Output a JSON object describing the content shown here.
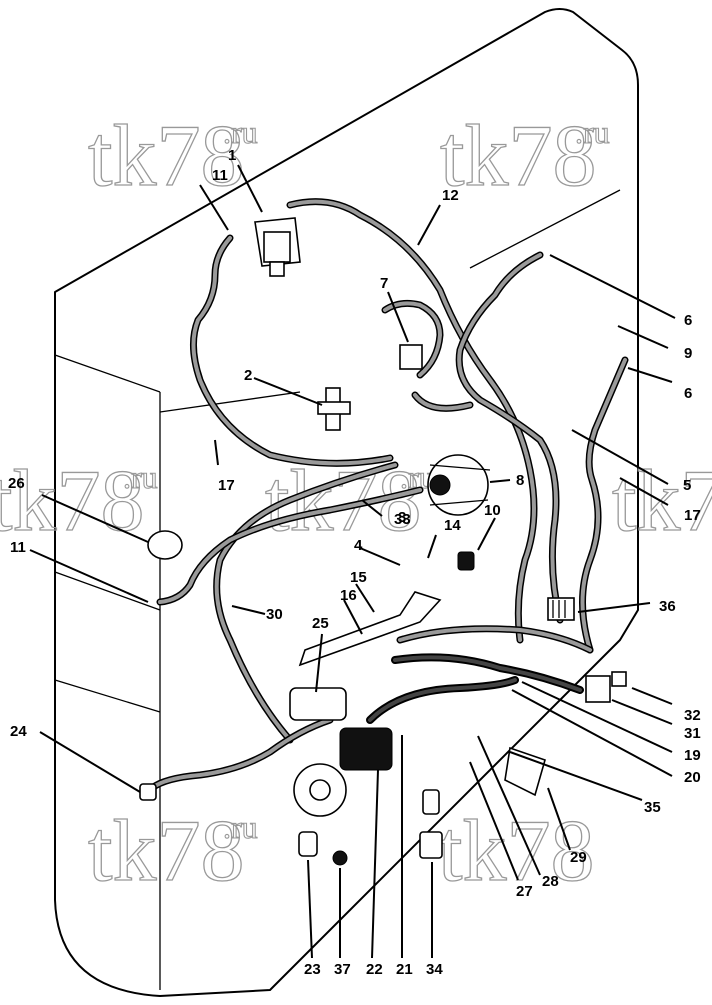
{
  "watermarks": [
    {
      "main": "tk78",
      "suffix": ".ru"
    },
    {
      "main": "tk78",
      "suffix": ".ru"
    },
    {
      "main": "tk78",
      "suffix": ".ru"
    },
    {
      "main": "tk78",
      "suffix": ".ru"
    },
    {
      "main": "tk78",
      "suffix": ".ru"
    },
    {
      "main": "tk78",
      "suffix": ""
    },
    {
      "main": "tk7",
      "suffix": ""
    }
  ],
  "callouts": [
    {
      "num": "1",
      "part": "relay-bracket"
    },
    {
      "num": "2",
      "part": "tee-fitting"
    },
    {
      "num": "3",
      "part": "alternator-connector"
    },
    {
      "num": "4",
      "part": "sensor-lead"
    },
    {
      "num": "5",
      "part": "harness"
    },
    {
      "num": "6",
      "part": "connector-end"
    },
    {
      "num": "6",
      "part": "connector-end"
    },
    {
      "num": "7",
      "part": "connector-block"
    },
    {
      "num": "8",
      "part": "alternator"
    },
    {
      "num": "9",
      "part": "switch"
    },
    {
      "num": "10",
      "part": "sender"
    },
    {
      "num": "11",
      "part": "connector-end"
    },
    {
      "num": "11",
      "part": "connector-end"
    },
    {
      "num": "12",
      "part": "harness"
    },
    {
      "num": "14",
      "part": "lead"
    },
    {
      "num": "15",
      "part": "bracket"
    },
    {
      "num": "16",
      "part": "bracket"
    },
    {
      "num": "17",
      "part": "harness"
    },
    {
      "num": "17",
      "part": "harness"
    },
    {
      "num": "19",
      "part": "ground-strap"
    },
    {
      "num": "20",
      "part": "ground-strap"
    },
    {
      "num": "21",
      "part": "sender"
    },
    {
      "num": "22",
      "part": "starter"
    },
    {
      "num": "23",
      "part": "switch"
    },
    {
      "num": "24",
      "part": "sensor"
    },
    {
      "num": "25",
      "part": "solenoid"
    },
    {
      "num": "26",
      "part": "horn"
    },
    {
      "num": "27",
      "part": "sensor"
    },
    {
      "num": "28",
      "part": "sensor"
    },
    {
      "num": "29",
      "part": "bracket"
    },
    {
      "num": "30",
      "part": "harness"
    },
    {
      "num": "31",
      "part": "connector"
    },
    {
      "num": "32",
      "part": "connector"
    },
    {
      "num": "33",
      "part": "connector"
    },
    {
      "num": "34",
      "part": "filter"
    },
    {
      "num": "35",
      "part": "bracket"
    },
    {
      "num": "36",
      "part": "relay-block"
    },
    {
      "num": "37",
      "part": "clip"
    }
  ]
}
